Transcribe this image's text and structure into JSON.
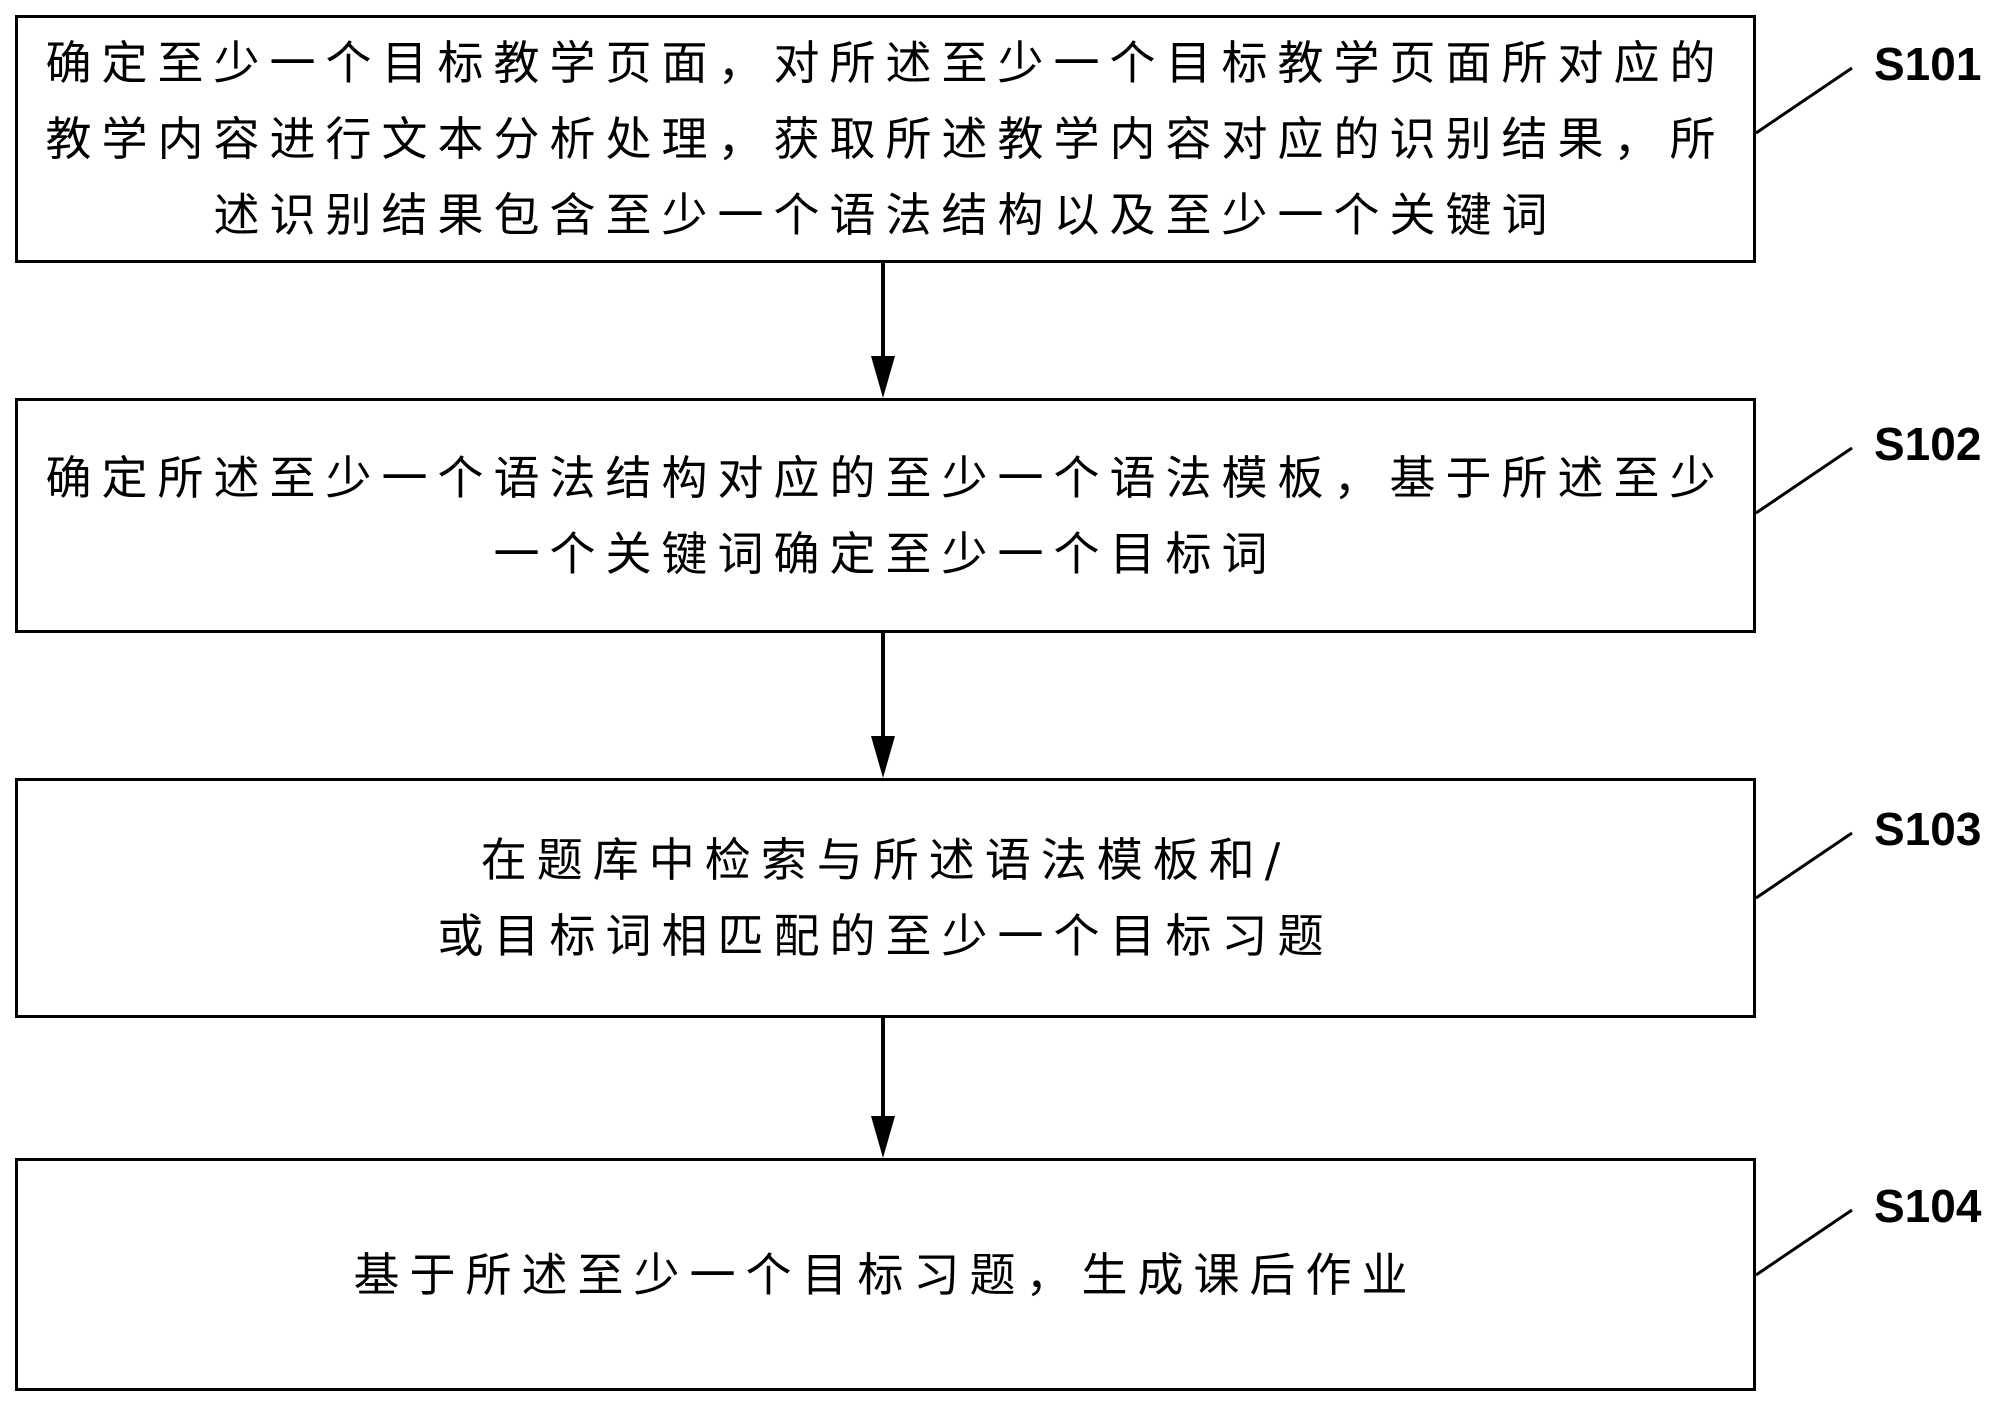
{
  "steps": [
    {
      "id": "S101",
      "label": "S101",
      "lines": [
        "确定至少一个目标教学页面，对所述至少一个目标教学页面所对应的",
        "教学内容进行文本分析处理，获取所述教学内容对应的识别结果，所",
        "述识别结果包含至少一个语法结构以及至少一个关键词"
      ]
    },
    {
      "id": "S102",
      "label": "S102",
      "lines": [
        "确定所述至少一个语法结构对应的至少一个语法模板，基于所述至少",
        "一个关键词确定至少一个目标词"
      ]
    },
    {
      "id": "S103",
      "label": "S103",
      "lines": [
        "在题库中检索与所述语法模板和/",
        "或目标词相匹配的至少一个目标习题"
      ]
    },
    {
      "id": "S104",
      "label": "S104",
      "lines": [
        "基于所述至少一个目标习题，生成课后作业"
      ]
    }
  ]
}
